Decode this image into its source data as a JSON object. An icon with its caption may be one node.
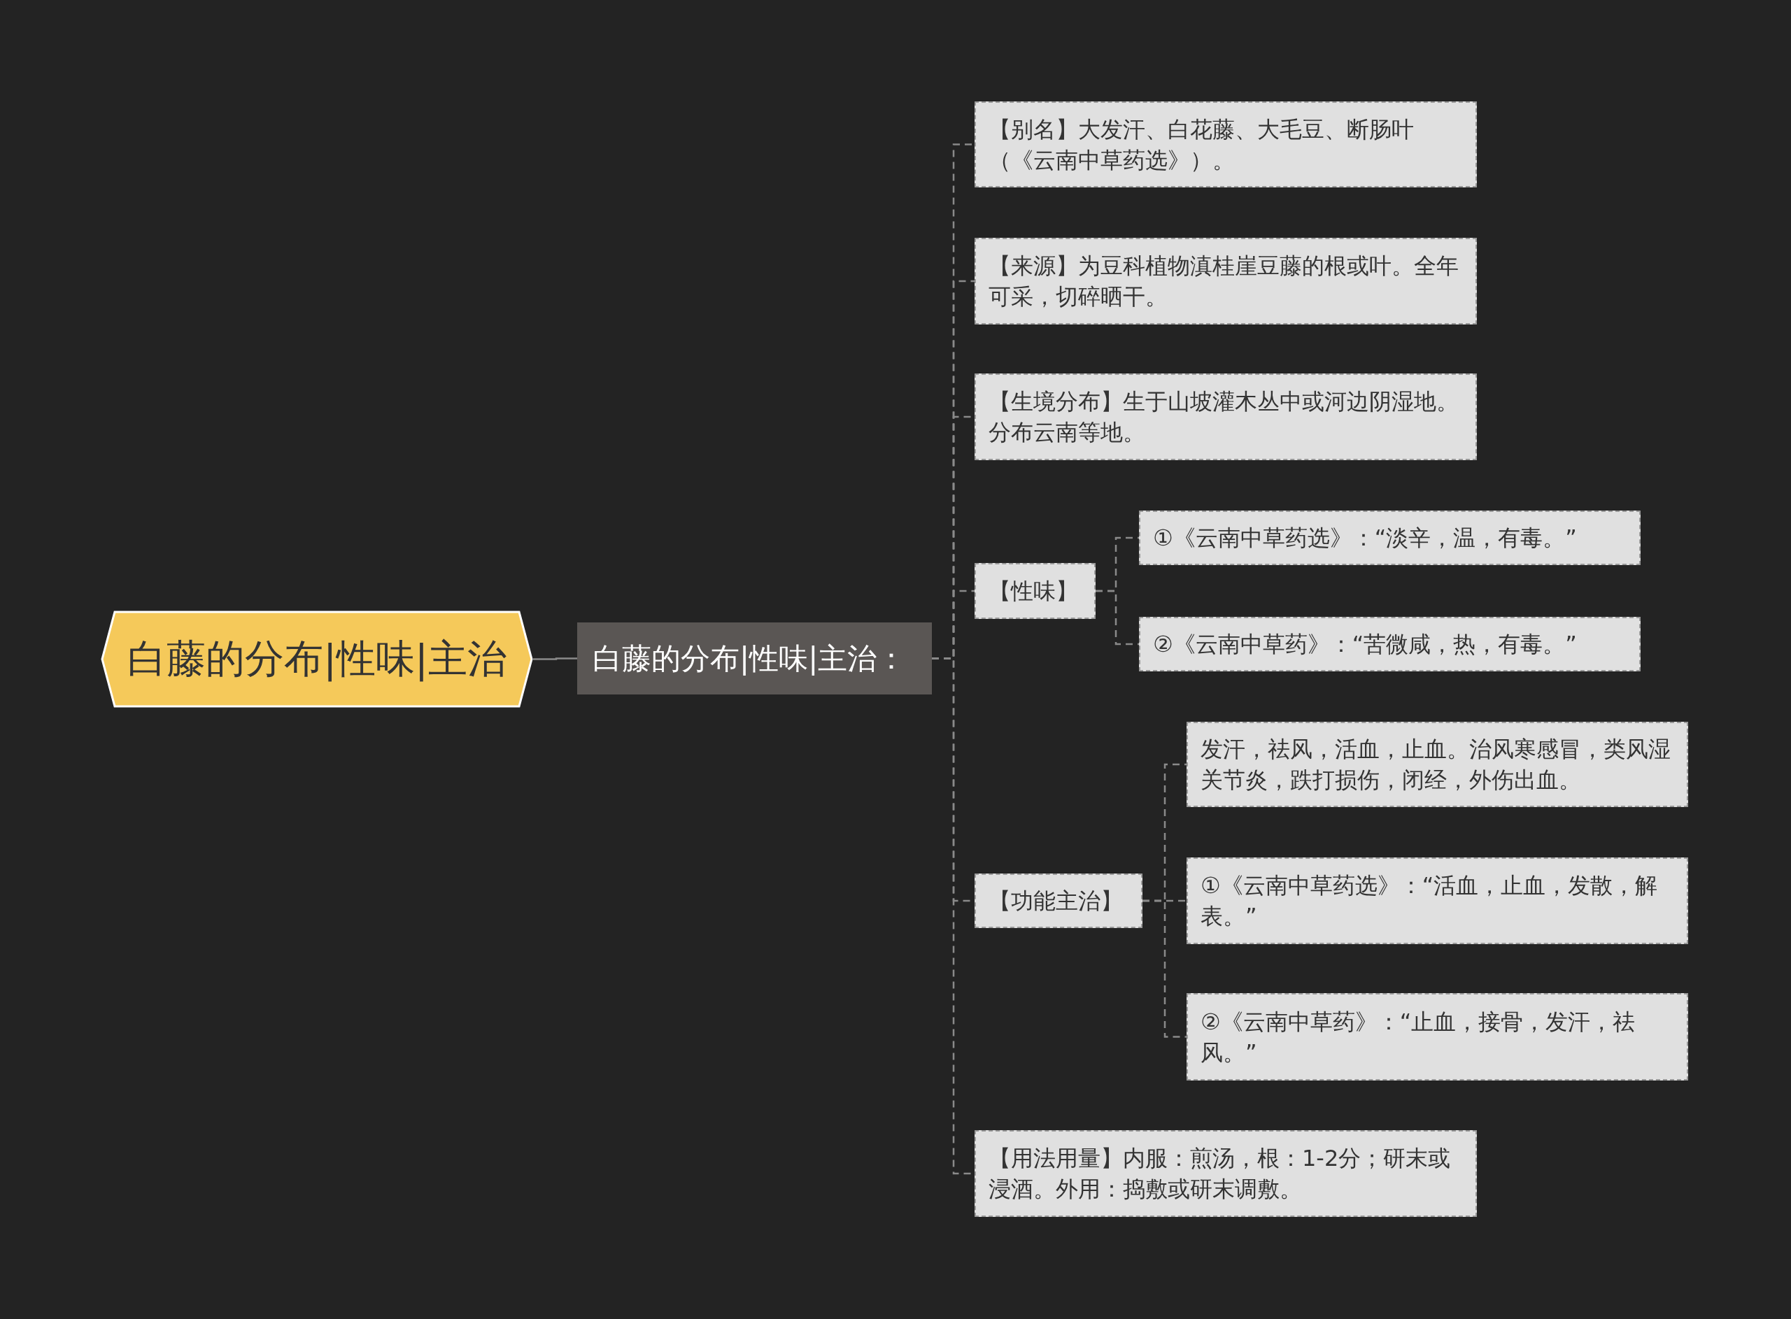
{
  "diagram": {
    "nodes": [
      {
        "text": [
          "白藤的分布|性味|主治"
        ]
      },
      {
        "text": [
          "白藤的分布|性味|主治："
        ]
      },
      {
        "text": [
          "【别名】大发汗、白花藤、大毛豆、断肠叶（《云南中草药选》）。"
        ]
      },
      {
        "text": [
          "【来源】为豆科植物滇桂崖豆藤的根或叶。全年可采，切碎晒干。"
        ]
      },
      {
        "text": [
          "【生境分布】生于山坡灌木丛中或河边阴湿地。分布云南等地。"
        ]
      },
      {
        "text": [
          "【性味】"
        ]
      },
      {
        "text": [
          "①《云南中草药选》：“淡辛，温，有毒。”"
        ]
      },
      {
        "text": [
          "②《云南中草药》：“苦微咸，热，有毒。”"
        ]
      },
      {
        "text": [
          "【功能主治】"
        ]
      },
      {
        "text": [
          "发汗，祛风，活血，止血。治风寒感冒，类风湿关节炎，跌打损伤，闭经，外伤出血。"
        ]
      },
      {
        "text": [
          "①《云南中草药选》：“活血，止血，发散，解表。”"
        ]
      },
      {
        "text": [
          "②《云南中草药》：“止血，接骨，发汗，祛风。”"
        ]
      },
      {
        "text": [
          "【用法用量】内服：煎汤，根：1-2分；研末或浸酒。外用：捣敷或研末调敷。"
        ]
      }
    ],
    "edges": [
      {
        "from": 0,
        "to": 1,
        "arrow": "none"
      },
      {
        "from": 1,
        "to": 2,
        "arrow": "none",
        "style": "dashed"
      },
      {
        "from": 1,
        "to": 3,
        "arrow": "none",
        "style": "dashed"
      },
      {
        "from": 1,
        "to": 4,
        "arrow": "none",
        "style": "dashed"
      },
      {
        "from": 1,
        "to": 5,
        "arrow": "none",
        "style": "dashed"
      },
      {
        "from": 5,
        "to": 6,
        "arrow": "none",
        "style": "dashed"
      },
      {
        "from": 5,
        "to": 7,
        "arrow": "none",
        "style": "dashed"
      },
      {
        "from": 1,
        "to": 8,
        "arrow": "none",
        "style": "dashed"
      },
      {
        "from": 8,
        "to": 9,
        "arrow": "none",
        "style": "dashed"
      },
      {
        "from": 8,
        "to": 10,
        "arrow": "none",
        "style": "dashed"
      },
      {
        "from": 8,
        "to": 11,
        "arrow": "none",
        "style": "dashed"
      },
      {
        "from": 1,
        "to": 12,
        "arrow": "none",
        "style": "dashed"
      }
    ]
  }
}
